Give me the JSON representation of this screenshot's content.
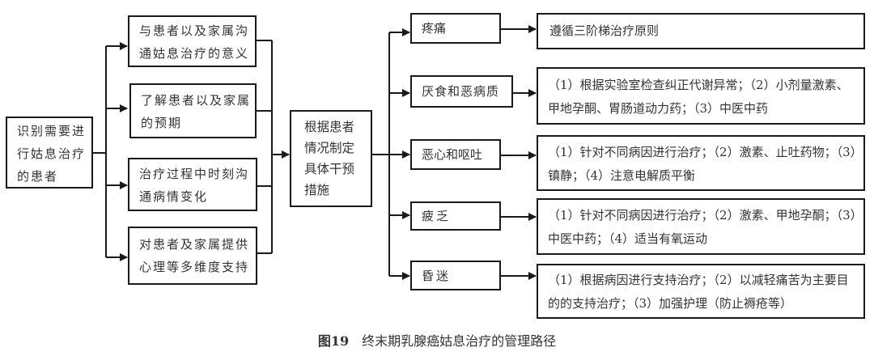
{
  "diagram": {
    "start": {
      "label": "识别需要进行姑息治疗的患者",
      "lines": [
        "识别需要进",
        "行姑息治疗",
        "的患者"
      ]
    },
    "communication_steps": [
      {
        "lines": [
          "与患者以及家属沟",
          "通姑息治疗的意义"
        ]
      },
      {
        "lines": [
          "了解患者以及家属",
          "的预期"
        ]
      },
      {
        "lines": [
          "治疗过程中时刻沟",
          "通病情变化"
        ]
      },
      {
        "lines": [
          "对患者及家属提供",
          "心理等多维度支持"
        ]
      }
    ],
    "center": {
      "lines": [
        "根据患者",
        "情况制定",
        "具体干预",
        "措施"
      ]
    },
    "symptoms": [
      {
        "name": "疼痛",
        "treatment_lines": [
          "遵循三阶梯治疗原则"
        ]
      },
      {
        "name": "厌食和恶病质",
        "treatment_lines": [
          "（1）根据实验室检查纠正代谢异常；（2）小剂量激素、",
          "甲地孕酮、胃肠道动力药；（3）中医中药"
        ]
      },
      {
        "name": "恶心和呕吐",
        "treatment_lines": [
          "（1）针对不同病因进行治疗；（2）激素、止吐药物；（3）",
          "镇静；（4）注意电解质平衡"
        ]
      },
      {
        "name": "疲乏",
        "treatment_lines": [
          "（1）针对不同病因进行治疗；（2）激素、甲地孕酮；（3）",
          "中医中药；（4）适当有氧运动"
        ]
      },
      {
        "name": "昏迷",
        "treatment_lines": [
          "（1）根据病因进行支持治疗；（2）以减轻痛苦为主要目",
          "的的支持治疗；（3）加强护理（防止褥疮等）"
        ]
      }
    ]
  },
  "caption": {
    "figure_label": "图19",
    "title": "终末期乳腺癌姑息治疗的管理路径"
  },
  "colors": {
    "line": "#1a1a1a",
    "text": "#333333",
    "background": "#ffffff"
  }
}
